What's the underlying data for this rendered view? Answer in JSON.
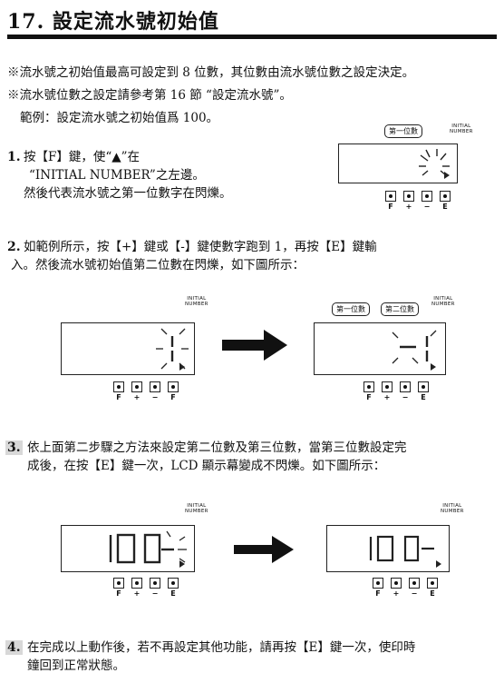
{
  "header": {
    "title": "17. 設定流水號初始值"
  },
  "notes": [
    "※流水號之初始值最高可設定到 8 位數，其位數由流水號位數之設定決定。",
    "※流水號位數之設定請參考第 16 節 “設定流水號”。",
    "範例：設定流水號之初始值爲 100。"
  ],
  "steps": [
    {
      "num": "1.",
      "lines": [
        "按【F】鍵，使“▲”在",
        "“INITIAL NUMBER”之左邊。",
        "然後代表流水號之第一位數字在閃爍。"
      ]
    },
    {
      "num": "2.",
      "lines": [
        "如範例所示，按【+】鍵或【-】鍵使數字跑到 1，再按【E】鍵輸",
        "入。然後流水號初始值第二位數在閃爍，如下圖所示："
      ]
    },
    {
      "num": "3.",
      "lines": [
        "依上面第二步驟之方法來設定第二位數及第三位數，當第三位數設定完",
        "成後，在按【E】鍵一次，LCD 顯示幕變成不閃爍。如下圖所示："
      ]
    },
    {
      "num": "4.",
      "lines": [
        "在完成以上動作後，若不再設定其他功能，請再按【E】鍵一次，使印時",
        "鐘回到正常狀態。"
      ]
    }
  ],
  "labels": {
    "initial_number": "INITIAL\nNUMBER",
    "first_digit": "第一位數",
    "second_digit": "第二位數"
  },
  "buttons": {
    "set_fpe": [
      "F",
      "+",
      "−",
      "E"
    ],
    "set_fpf": [
      "F",
      "+",
      "−",
      "F"
    ]
  },
  "displays": {
    "step3_left": "10 0-",
    "step3_right": "10 0−"
  }
}
